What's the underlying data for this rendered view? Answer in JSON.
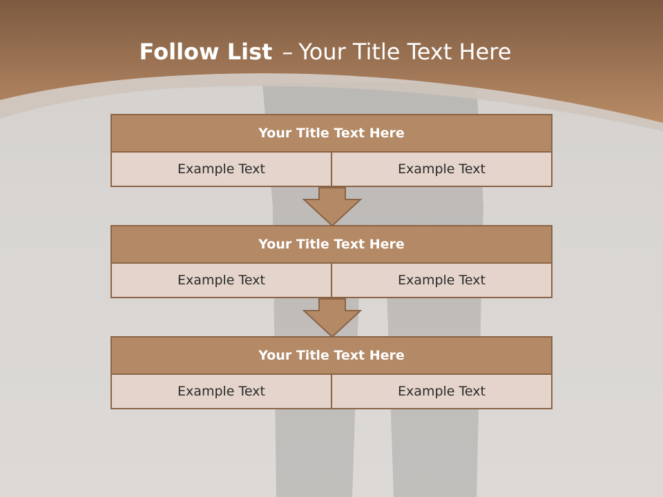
{
  "slide": {
    "title_bold": "Follow List",
    "title_separator": "–",
    "title_rest": "Your Title Text Here"
  },
  "blocks": [
    {
      "header": "Your Title Text Here",
      "left": "Example Text",
      "right": "Example Text"
    },
    {
      "header": "Your Title Text Here",
      "left": "Example Text",
      "right": "Example Text"
    },
    {
      "header": "Your Title Text Here",
      "left": "Example Text",
      "right": "Example Text"
    }
  ],
  "colors": {
    "header_fill": "#b38966",
    "border": "#8a6445",
    "cell_fill": "#e4d4cb",
    "banner_top": "#7d5a40",
    "banner_bottom": "#b88b66"
  }
}
